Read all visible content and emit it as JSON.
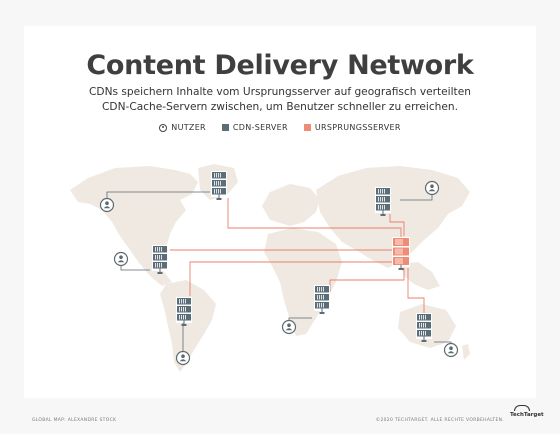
{
  "title": "Content Delivery Network",
  "subtitle_line1": "CDNs speichern Inhalte vom Ursprungsserver auf geografisch verteilten",
  "subtitle_line2": "CDN-Cache-Servern zwischen, um Benutzer schneller zu erreichen.",
  "legend": {
    "user": "NUTZER",
    "cdn": "CDN-SERVER",
    "origin": "URSPRUNGSSERVER"
  },
  "footer": {
    "credit": "GLOBAL MAP: ALEXANDRE STOCK",
    "copyright": "©2020 TECHTARGET. ALLE RECHTE VORBEHALTEN.",
    "brand": "TechTarget"
  },
  "colors": {
    "map": "#efe9e2",
    "cdn_server": "#5b6e78",
    "origin_server": "#ef8c76",
    "line": "#e8806c",
    "user": "#5f6a70"
  },
  "icons": [
    "user-icon",
    "cdn-server-icon",
    "origin-server-icon"
  ]
}
